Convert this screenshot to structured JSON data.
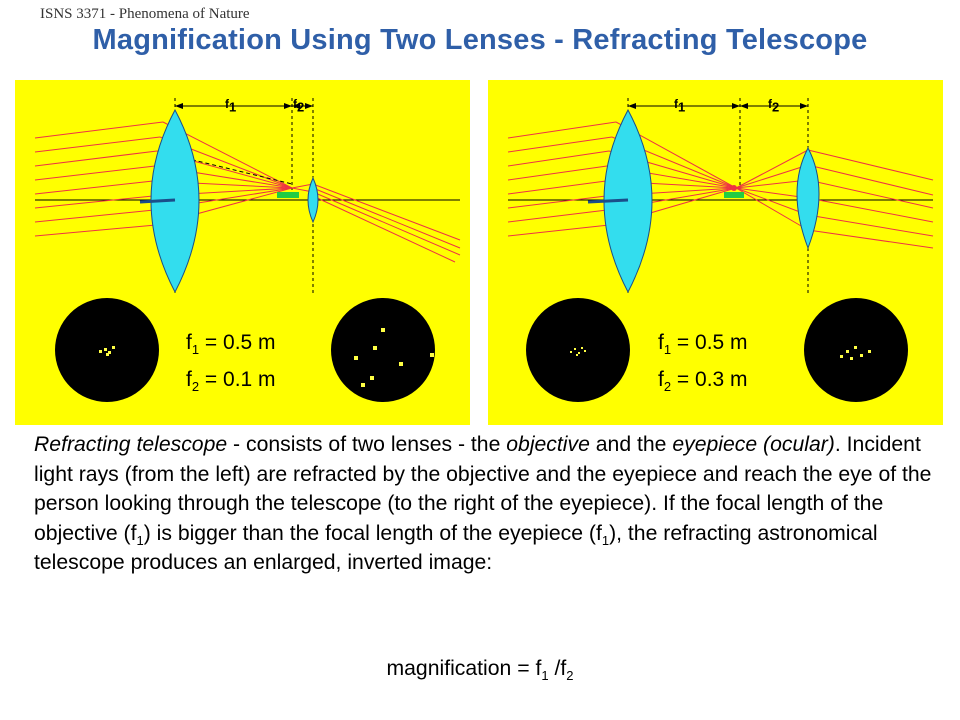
{
  "header": {
    "course": "ISNS 3371 - Phenomena of Nature",
    "title": "Magnification Using Two Lenses - Refracting Telescope"
  },
  "panels": [
    {
      "f1_label": "f",
      "f1_sub": "1",
      "f2_label": "f",
      "f2_sub": "2",
      "f1_value": "f1 = 0.5 m",
      "f1_var": "f",
      "f1_var_sub": "1",
      "f1_eq": " = 0.5 m",
      "f2_var": "f",
      "f2_var_sub": "2",
      "f2_eq": " = 0.1 m"
    },
    {
      "f1_label": "f",
      "f1_sub": "1",
      "f2_label": "f",
      "f2_sub": "2",
      "f1_var": "f",
      "f1_var_sub": "1",
      "f1_eq": " = 0.5 m",
      "f2_var": "f",
      "f2_var_sub": "2",
      "f2_eq": " = 0.3 m"
    }
  ],
  "description": {
    "t1": "Refracting telescope",
    "t2": " - consists of two lenses - the ",
    "t3": "objective",
    "t4": " and the ",
    "t5": "eyepiece (ocular)",
    "t6": ". Incident light rays (from the left) are refracted by the objective and the eyepiece and reach the eye of the person looking through the telescope (to the right of the eyepiece). If the focal length of the objective (f",
    "t7": "1",
    "t8": ") is bigger than the focal length of the eyepiece (f",
    "t9": "1",
    "t10": "), the refracting astronomical telescope produces an enlarged, inverted image:"
  },
  "formula": {
    "text": "magnification = f",
    "sub1": "1",
    "mid": " /f",
    "sub2": "2"
  },
  "colors": {
    "title": "#2f5fa8",
    "panel_bg": "#ffff00",
    "lens": "#33ddee",
    "ray": "#ee3344",
    "star_field": "#000000",
    "star": "#ffff44"
  }
}
